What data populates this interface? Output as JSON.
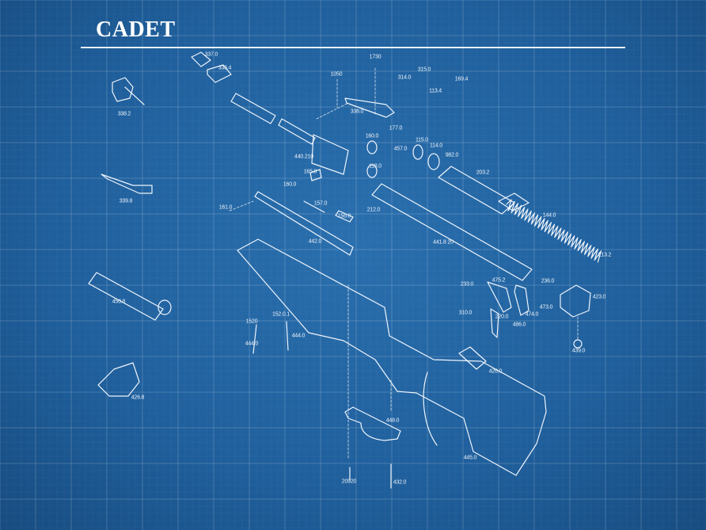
{
  "title": "CADET",
  "colors": {
    "background": "#1f5f9c",
    "lines": "#eef4fb"
  },
  "labels": [
    "337.0",
    "338.4",
    "1050",
    "1730",
    "315.0",
    "314.0",
    "169.4",
    "113.4",
    "338.0",
    "177.0",
    "115.0",
    "457.0",
    "114.0",
    "982.0",
    "160.0",
    "440.210",
    "118.0",
    "165.0",
    "203.2",
    "160.0",
    "161.0",
    "157.0",
    "212.0",
    "156.0",
    "144.0",
    "442.0",
    "441.8 20",
    "213.2",
    "233.0",
    "475.2",
    "236.0",
    "423.0",
    "473.0",
    "310.0",
    "474.0",
    "220.0",
    "486.0",
    "439.0",
    "426.0",
    "338.2",
    "339.8",
    "450.8",
    "426.8",
    "1520",
    "152.0.1",
    "444.0",
    "444.0",
    "448.0",
    "445.0",
    "20920",
    "432.0"
  ]
}
